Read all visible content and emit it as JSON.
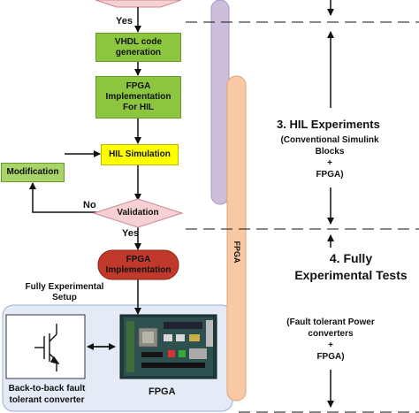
{
  "flow": {
    "yes_top": "Yes",
    "vhdl": [
      "VHDL code",
      "generation"
    ],
    "fpga_impl_hil": [
      "FPGA",
      "Implementation",
      "For HIL"
    ],
    "hil_simulation": "HIL Simulation",
    "modification": "Modification",
    "no": "No",
    "validation": "Validation",
    "yes_bottom": "Yes",
    "fpga_impl": [
      "FPGA",
      "Implementation"
    ]
  },
  "setup": {
    "title": [
      "Fully Experimental",
      "Setup"
    ],
    "converter_label": [
      "Back-to-back fault",
      "tolerant converter"
    ],
    "fpga_label": "FPGA"
  },
  "bar_label": "FPGA",
  "sections": {
    "hil": {
      "title": "3. HIL Experiments",
      "desc": [
        "(Conventional Simulink",
        "Blocks",
        "+",
        "FPGA)"
      ]
    },
    "experimental": {
      "title": [
        "4. Fully",
        "Experimental Tests"
      ],
      "desc": [
        "(Fault tolerant Power",
        "converters",
        "+",
        "FPGA)"
      ]
    }
  },
  "colors": {
    "green": "#8cc63f",
    "yellow": "#ffff00",
    "pink": "#f6d0d2",
    "red": "#c0392b",
    "orange_bar": "#f9c9a6",
    "purple_bar": "#cdbfdc",
    "setup_bg": "#e4ebf6"
  }
}
